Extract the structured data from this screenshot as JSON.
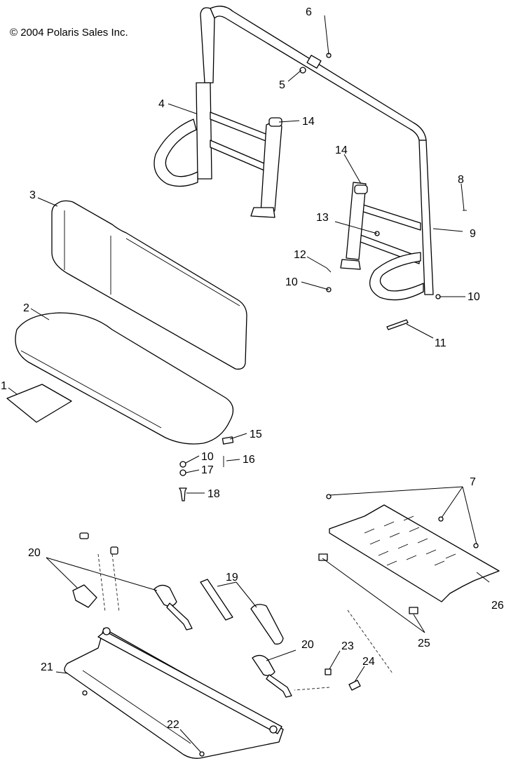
{
  "copyright": "© 2004 Polaris Sales Inc.",
  "callouts": {
    "c1": "1",
    "c2": "2",
    "c3": "3",
    "c4": "4",
    "c5": "5",
    "c6": "6",
    "c7": "7",
    "c8": "8",
    "c9": "9",
    "c10a": "10",
    "c10b": "10",
    "c10c": "10",
    "c11": "11",
    "c12": "12",
    "c13": "13",
    "c14a": "14",
    "c14b": "14",
    "c15": "15",
    "c16": "16",
    "c17": "17",
    "c18": "18",
    "c19": "19",
    "c20a": "20",
    "c20b": "20",
    "c21": "21",
    "c22": "22",
    "c23": "23",
    "c24": "24",
    "c25": "25",
    "c26": "26"
  }
}
